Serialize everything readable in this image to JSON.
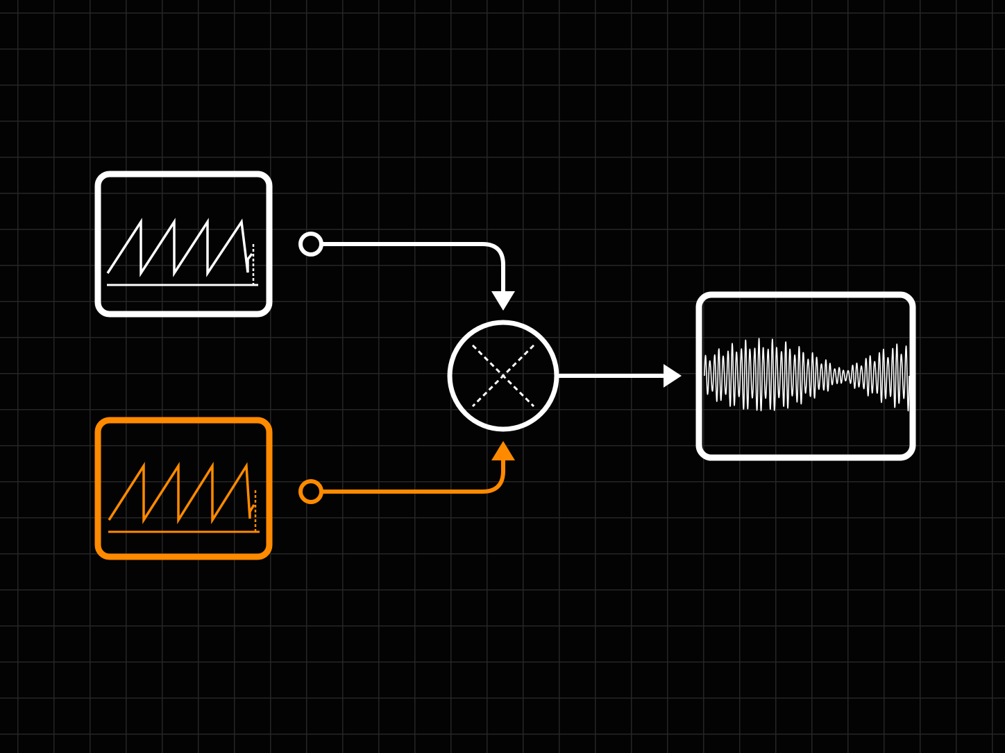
{
  "diagram": {
    "nodes": [
      {
        "id": "oscillator-a",
        "kind": "sawtooth-display",
        "color": "#ffffff",
        "teeth": 4
      },
      {
        "id": "oscillator-b",
        "kind": "sawtooth-display",
        "color": "#ff8a00",
        "teeth": 4
      },
      {
        "id": "multiplier",
        "kind": "multiply-operator",
        "color": "#ffffff",
        "icon": "multiply-icon"
      },
      {
        "id": "result",
        "kind": "modulated-waveform-display",
        "color": "#ffffff"
      }
    ],
    "edges": [
      {
        "from": "oscillator-a",
        "to": "multiplier",
        "color": "#ffffff"
      },
      {
        "from": "oscillator-b",
        "to": "multiplier",
        "color": "#ff8a00"
      },
      {
        "from": "multiplier",
        "to": "result",
        "color": "#ffffff"
      }
    ],
    "colors": {
      "background": "#030303",
      "grid": "#262626",
      "primary": "#ffffff",
      "accent": "#ff8a00"
    }
  }
}
